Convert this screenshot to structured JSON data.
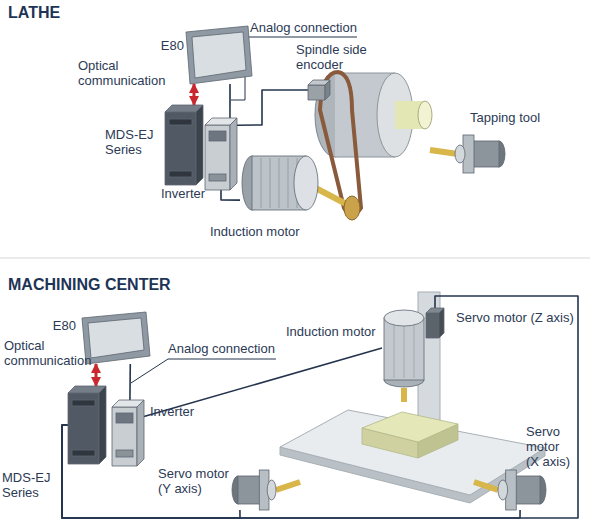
{
  "diagram": {
    "nodes": [
      {
        "text": [
          "E80"
        ]
      },
      {
        "text": [
          "MDS-EJ Series"
        ]
      },
      {
        "text": [
          "Inverter"
        ]
      },
      {
        "text": [
          "Spindle side encoder"
        ]
      },
      {
        "text": [
          "Induction motor"
        ]
      },
      {
        "text": [
          "Tapping tool"
        ]
      },
      {
        "text": [
          "E80"
        ]
      },
      {
        "text": [
          "MDS-EJ Series"
        ]
      },
      {
        "text": [
          "Inverter"
        ]
      },
      {
        "text": [
          "Induction motor"
        ]
      },
      {
        "text": [
          "Servo motor (Z axis)"
        ]
      },
      {
        "text": [
          "Servo motor (Y axis)"
        ]
      },
      {
        "text": [
          "Servo motor (X axis)"
        ]
      }
    ],
    "edges": [
      {
        "from": 0,
        "to": 1,
        "arrow": "both",
        "label": "Optical communication"
      },
      {
        "from": 0,
        "to": 2,
        "arrow": "none",
        "label": "Analog connection"
      },
      {
        "from": 2,
        "to": 4,
        "arrow": "none"
      },
      {
        "from": 2,
        "to": 3,
        "arrow": "none"
      },
      {
        "from": 6,
        "to": 7,
        "arrow": "both",
        "label": "Optical communication"
      },
      {
        "from": 6,
        "to": 8,
        "arrow": "none",
        "label": "Analog connection"
      },
      {
        "from": 8,
        "to": 9,
        "arrow": "none"
      },
      {
        "from": 7,
        "to": 11,
        "arrow": "none"
      },
      {
        "from": 7,
        "to": 12,
        "arrow": "none"
      },
      {
        "from": 7,
        "to": 10,
        "arrow": "none"
      }
    ],
    "labels": [
      "LATHE",
      "MACHINING CENTER"
    ]
  }
}
